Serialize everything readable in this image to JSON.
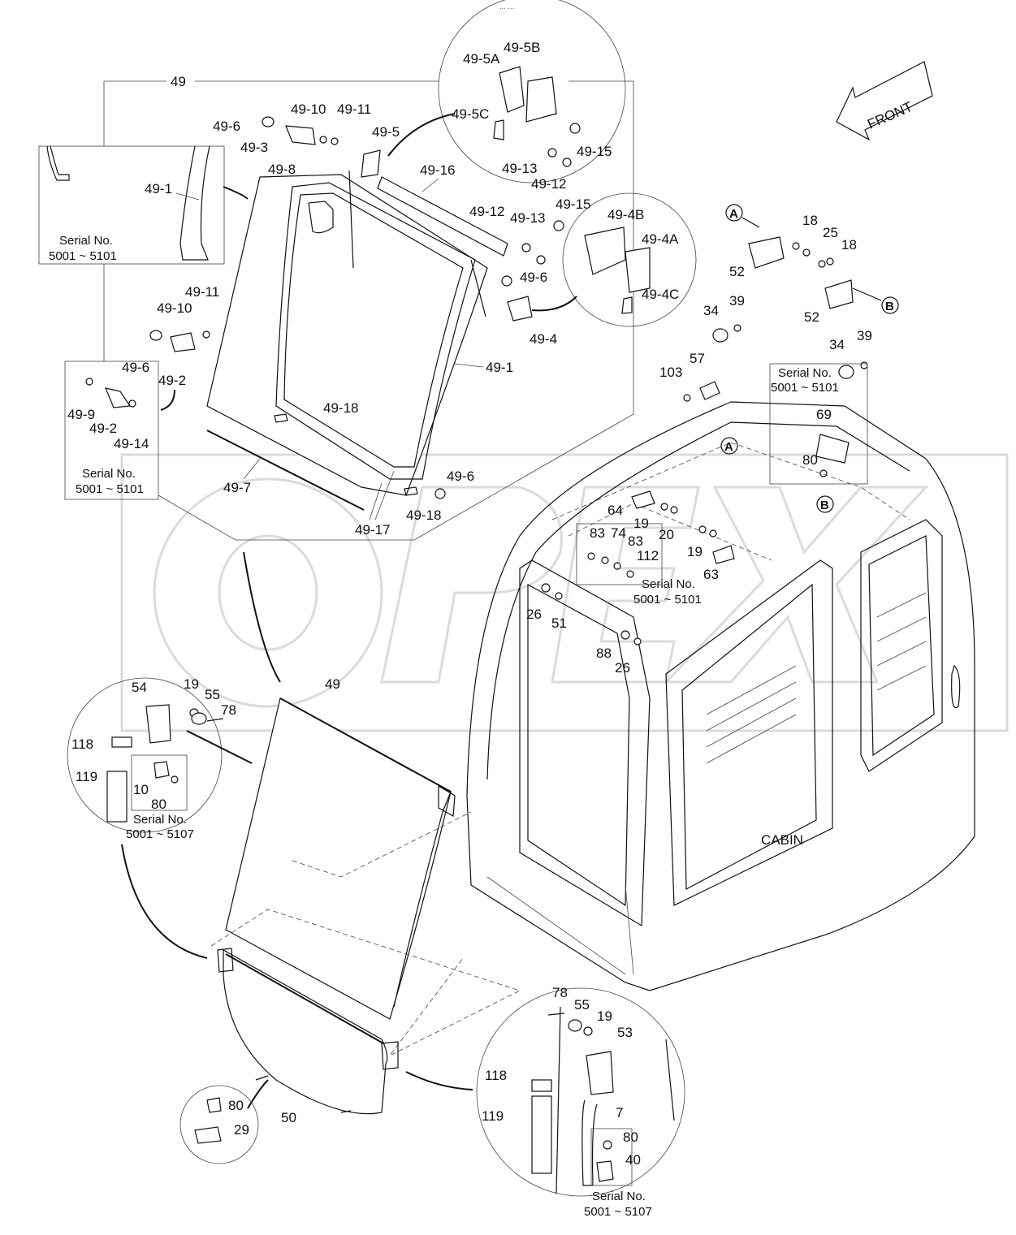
{
  "header": {
    "top_code": "··· ···"
  },
  "watermark": {
    "text": "OPEX"
  },
  "arrow": {
    "front": "FRONT"
  },
  "markers": {
    "a": "A",
    "b": "B"
  },
  "cabin": {
    "label": "CABIN"
  },
  "serial": {
    "text": "Serial No.",
    "range_5101": "5001 ~ 5101",
    "range_5107": "5001 ~ 5107"
  },
  "parts": {
    "p49": "49",
    "p49_1": "49-1",
    "p49_2": "49-2",
    "p49_3": "49-3",
    "p49_4": "49-4",
    "p49_4a": "49-4A",
    "p49_4b": "49-4B",
    "p49_4c": "49-4C",
    "p49_5": "49-5",
    "p49_5a": "49-5A",
    "p49_5b": "49-5B",
    "p49_5c": "49-5C",
    "p49_6": "49-6",
    "p49_7": "49-7",
    "p49_8": "49-8",
    "p49_9": "49-9",
    "p49_10": "49-10",
    "p49_11": "49-11",
    "p49_12": "49-12",
    "p49_13": "49-13",
    "p49_14": "49-14",
    "p49_15": "49-15",
    "p49_16": "49-16",
    "p49_17": "49-17",
    "p49_18": "49-18",
    "p7": "7",
    "p10": "10",
    "p18": "18",
    "p19": "19",
    "p20": "20",
    "p25": "25",
    "p26": "26",
    "p29": "29",
    "p34": "34",
    "p39": "39",
    "p40": "40",
    "p50": "50",
    "p51": "51",
    "p52": "52",
    "p53": "53",
    "p54": "54",
    "p55": "55",
    "p57": "57",
    "p63": "63",
    "p64": "64",
    "p69": "69",
    "p74": "74",
    "p78": "78",
    "p80": "80",
    "p83": "83",
    "p88": "88",
    "p103": "103",
    "p112": "112",
    "p118": "118",
    "p119": "119"
  }
}
